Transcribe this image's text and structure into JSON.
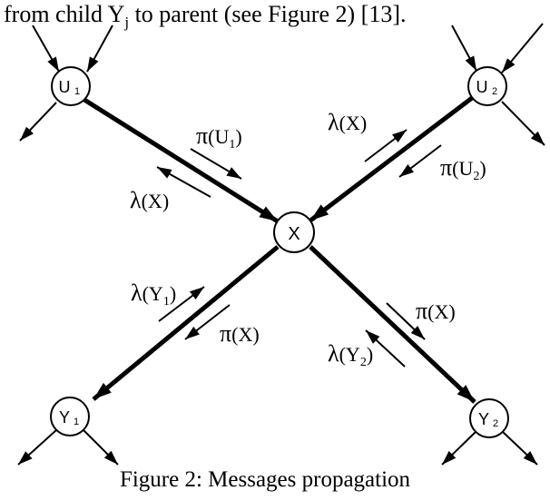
{
  "header_text": {
    "main": "from child Y",
    "sub": "j",
    "tail": " to parent (see Figure 2) [13]."
  },
  "caption": "Figure 2: Messages propagation",
  "nodes": {
    "U1": {
      "base": "U",
      "sub": "1"
    },
    "U2": {
      "base": "U",
      "sub": "2"
    },
    "X": {
      "base": "X",
      "sub": ""
    },
    "Y1": {
      "base": "Y",
      "sub": "1"
    },
    "Y2": {
      "base": "Y",
      "sub": "2"
    }
  },
  "messages": {
    "pi_U1": {
      "sym": "π",
      "open": "(U",
      "sub": "1",
      "close": ")"
    },
    "lam_X_1": {
      "sym": "λ",
      "open": "(X)",
      "sub": "",
      "close": ""
    },
    "lam_X_2": {
      "sym": "λ",
      "open": "(X)",
      "sub": "",
      "close": ""
    },
    "pi_U2": {
      "sym": "π",
      "open": "(U",
      "sub": "2",
      "close": ")"
    },
    "lam_Y1": {
      "sym": "λ",
      "open": "(Y",
      "sub": "1",
      "close": ")"
    },
    "pi_X_1": {
      "sym": "π",
      "open": "(X)",
      "sub": "",
      "close": ""
    },
    "pi_X_2": {
      "sym": "π",
      "open": "(X)",
      "sub": "",
      "close": ""
    },
    "lam_Y2": {
      "sym": "λ",
      "open": "(Y",
      "sub": "2",
      "close": ")"
    }
  }
}
